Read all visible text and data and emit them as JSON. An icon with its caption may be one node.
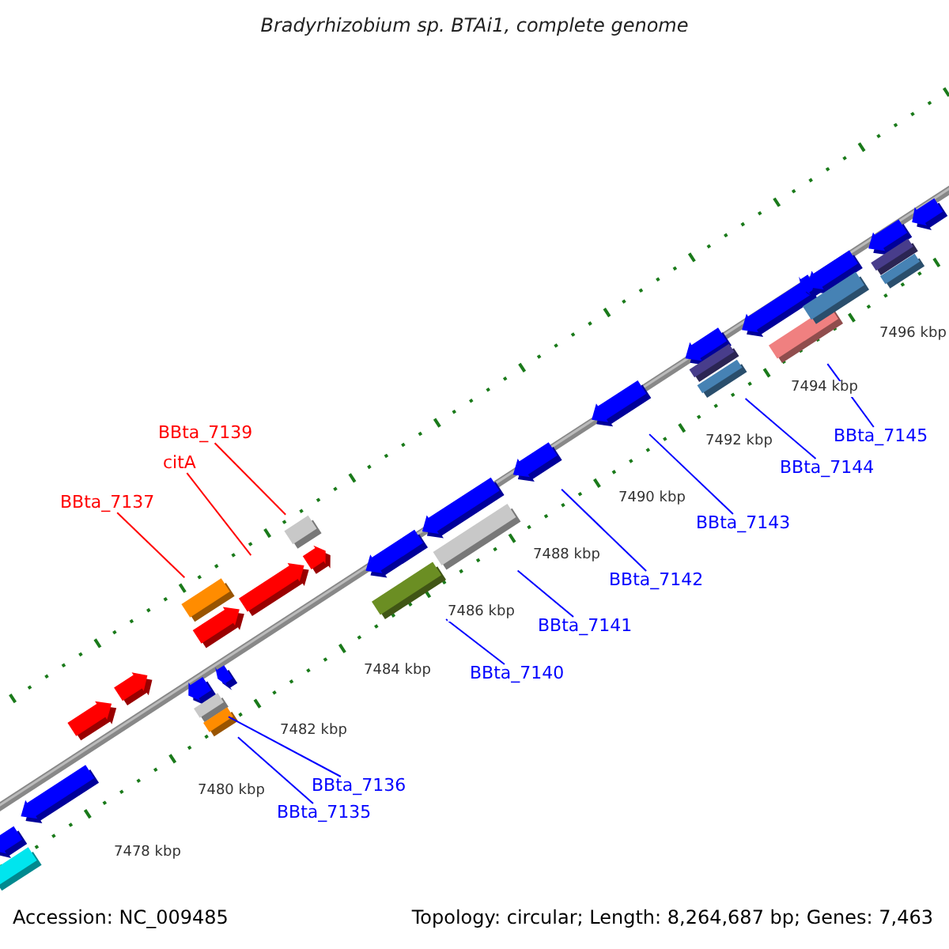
{
  "diagram": {
    "title": "Bradyrhizobium sp. BTAi1, complete genome",
    "nodes": [
      {
        "text": [
          "BBta_7139"
        ]
      },
      {
        "text": [
          "BBta_7145"
        ]
      },
      {
        "text": [
          "citA"
        ]
      },
      {
        "text": [
          "BBta_7144"
        ]
      },
      {
        "text": [
          "BBta_7137"
        ]
      },
      {
        "text": [
          "BBta_7143"
        ]
      },
      {
        "text": [
          "BBta_7142"
        ]
      },
      {
        "text": [
          "BBta_7141"
        ]
      },
      {
        "text": [
          "BBta_7140"
        ]
      },
      {
        "text": [
          "BBta_7136"
        ]
      },
      {
        "text": [
          "BBta_7135"
        ]
      },
      {
        "text": [],
        "shape": "arrow"
      },
      {
        "text": [],
        "shape": "box"
      },
      {
        "text": [],
        "shape": "arrow"
      },
      {
        "text": [],
        "shape": "arrow"
      },
      {
        "text": [],
        "shape": "arrow"
      },
      {
        "text": [],
        "shape": "arrow"
      },
      {
        "text": [],
        "shape": "box"
      },
      {
        "text": [],
        "shape": "box"
      },
      {
        "text": [],
        "shape": "box"
      },
      {
        "text": [],
        "shape": "arrow"
      },
      {
        "text": [],
        "shape": "arrow"
      },
      {
        "text": [],
        "shape": "arrow"
      },
      {
        "text": [],
        "shape": "box"
      },
      {
        "text": [],
        "shape": "arrow"
      },
      {
        "text": [],
        "shape": "arrow"
      },
      {
        "text": [],
        "shape": "box"
      },
      {
        "text": [],
        "shape": "arrow"
      },
      {
        "text": [],
        "shape": "box"
      },
      {
        "text": [],
        "shape": "arrow"
      },
      {
        "text": [],
        "shape": "arrow"
      },
      {
        "text": [],
        "shape": "arrow"
      },
      {
        "text": [],
        "shape": "box"
      },
      {
        "text": [],
        "shape": "box"
      },
      {
        "text": [],
        "shape": "arrow"
      },
      {
        "text": [],
        "shape": "box"
      },
      {
        "text": [],
        "shape": "arrow"
      },
      {
        "text": [],
        "shape": "arrow"
      },
      {
        "text": [],
        "shape": "box"
      },
      {
        "text": [],
        "shape": "arrow"
      },
      {
        "text": [],
        "shape": "box"
      },
      {
        "text": [],
        "shape": "box"
      },
      {
        "text": [],
        "shape": "arrow"
      }
    ],
    "edges": [
      {
        "from": 0,
        "to": 23,
        "arrow": "none",
        "color": "#ff0000"
      },
      {
        "from": 1,
        "to": 35,
        "arrow": "none"
      },
      {
        "from": 2,
        "to": 22,
        "arrow": "none",
        "color": "#ff0000"
      },
      {
        "from": 3,
        "to": 33,
        "arrow": "none"
      },
      {
        "from": 4,
        "to": 17,
        "arrow": "none",
        "color": "#ff0000"
      },
      {
        "from": 5,
        "to": 30,
        "arrow": "none"
      },
      {
        "from": 6,
        "to": 29,
        "arrow": "none"
      },
      {
        "from": 7,
        "to": 28,
        "arrow": "none"
      },
      {
        "from": 8,
        "to": 26,
        "arrow": "none"
      },
      {
        "from": 9,
        "to": 18,
        "arrow": "none"
      },
      {
        "from": 10,
        "to": 19,
        "arrow": "none"
      }
    ],
    "labels": [
      "7496 kbp",
      "7494 kbp",
      "7492 kbp",
      "7490 kbp",
      "7488 kbp",
      "7486 kbp",
      "7484 kbp",
      "7482 kbp",
      "7480 kbp",
      "7478 kbp",
      "Accession: NC_009485",
      "Topology: circular; Length: 8,264,687 bp; Genes: 7,463"
    ]
  }
}
